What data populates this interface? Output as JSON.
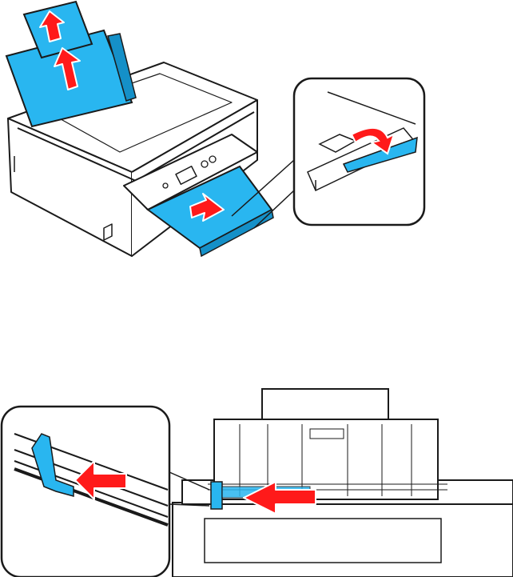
{
  "colors": {
    "line": "#1a1a1a",
    "paper_support": "#29b6f0",
    "paper_support_dark": "#1590c8",
    "arrow": "#ff1a1a",
    "arrow_outline": "#ffffff",
    "background": "#ffffff"
  },
  "panels": [
    {
      "name": "top-panel",
      "icons": [
        "printer-illustration",
        "paper-support-up-arrow",
        "paper-support-extension-up-arrow",
        "output-tray-out-arrow",
        "tray-stopper-flip-arrow"
      ]
    },
    {
      "name": "bottom-panel",
      "icons": [
        "rear-feed-slot-illustration",
        "edge-guide-slide-left-arrow",
        "edge-guide-zoom-inset"
      ]
    }
  ]
}
